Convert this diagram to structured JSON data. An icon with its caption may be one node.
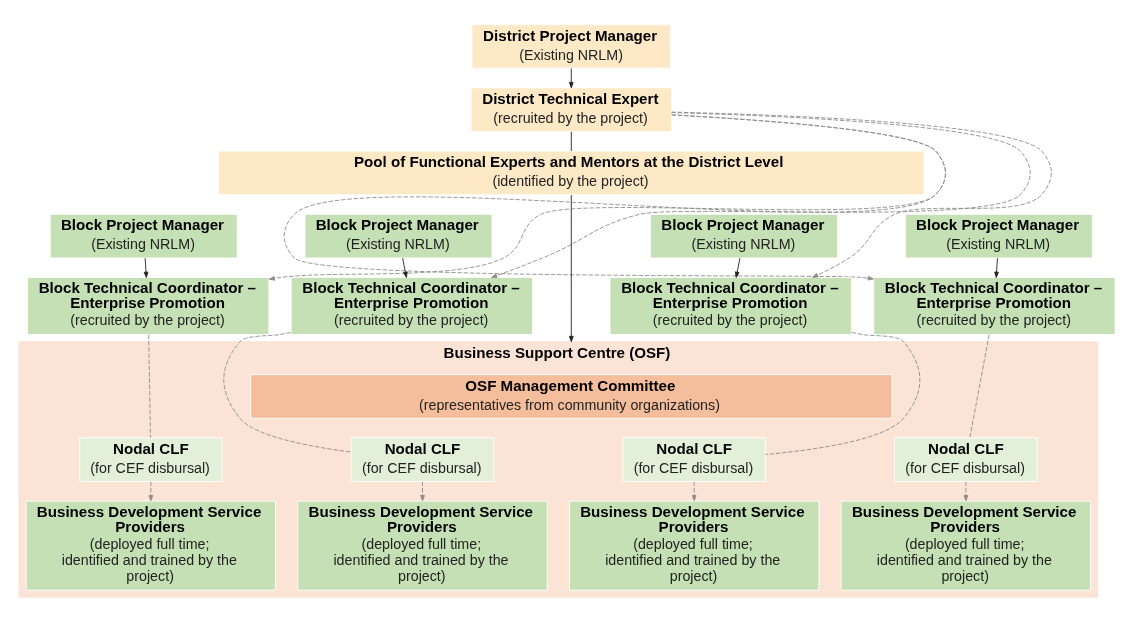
{
  "diagram": {
    "nodes": [
      {
        "text": [
          "District Project Manager",
          "(Existing NRLM)"
        ]
      },
      {
        "text": [
          "District Technical Expert",
          "(recruited by the project)"
        ]
      },
      {
        "text": [
          "Pool of Functional Experts and Mentors at the District Level",
          "(identified by the project)"
        ]
      },
      {
        "text": [
          "Block Project Manager",
          "(Existing NRLM)"
        ]
      },
      {
        "text": [
          "Block Project Manager",
          "(Existing NRLM)"
        ]
      },
      {
        "text": [
          "Block Project Manager",
          "(Existing NRLM)"
        ]
      },
      {
        "text": [
          "Block Project Manager",
          "(Existing NRLM)"
        ]
      },
      {
        "text": [
          "Block Technical Coordinator – Enterprise Promotion",
          "(recruited by the project)"
        ]
      },
      {
        "text": [
          "Block Technical Coordinator – Enterprise Promotion",
          "(recruited by the project)"
        ]
      },
      {
        "text": [
          "Block Technical Coordinator – Enterprise Promotion",
          "(recruited by the project)"
        ]
      },
      {
        "text": [
          "Block Technical Coordinator – Enterprise Promotion",
          "(recruited by the project)"
        ]
      },
      {
        "text": [
          "Business Support Centre (OSF)"
        ]
      },
      {
        "text": [
          "OSF Management Committee",
          "(representatives from community organizations)"
        ],
        "in": 11
      },
      {
        "text": [
          "Nodal CLF",
          "(for CEF disbursal)"
        ],
        "in": 11
      },
      {
        "text": [
          "Nodal CLF",
          "(for CEF disbursal)"
        ],
        "in": 11
      },
      {
        "text": [
          "Nodal CLF",
          "(for CEF disbursal)"
        ],
        "in": 11
      },
      {
        "text": [
          "Nodal CLF",
          "(for CEF disbursal)"
        ],
        "in": 11
      },
      {
        "text": [
          "Business Development Service Providers",
          "(deployed full time; identified and trained by the project)"
        ],
        "in": 11
      },
      {
        "text": [
          "Business Development Service Providers",
          "(deployed full time; identified and trained by the project)"
        ],
        "in": 11
      },
      {
        "text": [
          "Business Development Service Providers",
          "(deployed full time; identified and trained by the project)"
        ],
        "in": 11
      },
      {
        "text": [
          "Business Development Service Providers",
          "(deployed full time; identified and trained by the project)"
        ],
        "in": 11
      }
    ],
    "edges": [
      {
        "from": 0,
        "to": 1,
        "arrow": "to",
        "color": "#222222"
      },
      {
        "from": 1,
        "to": 2,
        "arrow": "none",
        "color": "#222222"
      },
      {
        "from": 2,
        "to": 11,
        "arrow": "to",
        "color": "#222222"
      },
      {
        "from": 1,
        "to": 7,
        "arrow": "to",
        "style": "dashed",
        "color": "#8c8c8c"
      },
      {
        "from": 1,
        "to": 8,
        "arrow": "to",
        "style": "dashed",
        "color": "#8c8c8c"
      },
      {
        "from": 1,
        "to": 9,
        "arrow": "to",
        "style": "dashed",
        "color": "#8c8c8c"
      },
      {
        "from": 1,
        "to": 10,
        "arrow": "to",
        "style": "dashed",
        "color": "#8c8c8c"
      },
      {
        "from": 3,
        "to": 7,
        "arrow": "to",
        "color": "#222222"
      },
      {
        "from": 4,
        "to": 8,
        "arrow": "to",
        "color": "#222222"
      },
      {
        "from": 5,
        "to": 9,
        "arrow": "to",
        "color": "#222222"
      },
      {
        "from": 6,
        "to": 10,
        "arrow": "to",
        "color": "#222222"
      },
      {
        "from": 7,
        "to": 13,
        "arrow": "none",
        "style": "dashed",
        "color": "#8c8c8c"
      },
      {
        "from": 8,
        "to": 14,
        "arrow": "none",
        "style": "dashed",
        "color": "#8c8c8c"
      },
      {
        "from": 9,
        "to": 15,
        "arrow": "none",
        "style": "dashed",
        "color": "#8c8c8c"
      },
      {
        "from": 10,
        "to": 16,
        "arrow": "none",
        "style": "dashed",
        "color": "#8c8c8c"
      },
      {
        "from": 13,
        "to": 17,
        "arrow": "to",
        "style": "dashed",
        "color": "#8c8c8c"
      },
      {
        "from": 14,
        "to": 18,
        "arrow": "to",
        "style": "dashed",
        "color": "#8c8c8c"
      },
      {
        "from": 15,
        "to": 19,
        "arrow": "to",
        "style": "dashed",
        "color": "#8c8c8c"
      },
      {
        "from": 16,
        "to": 20,
        "arrow": "to",
        "style": "dashed",
        "color": "#8c8c8c"
      }
    ]
  }
}
